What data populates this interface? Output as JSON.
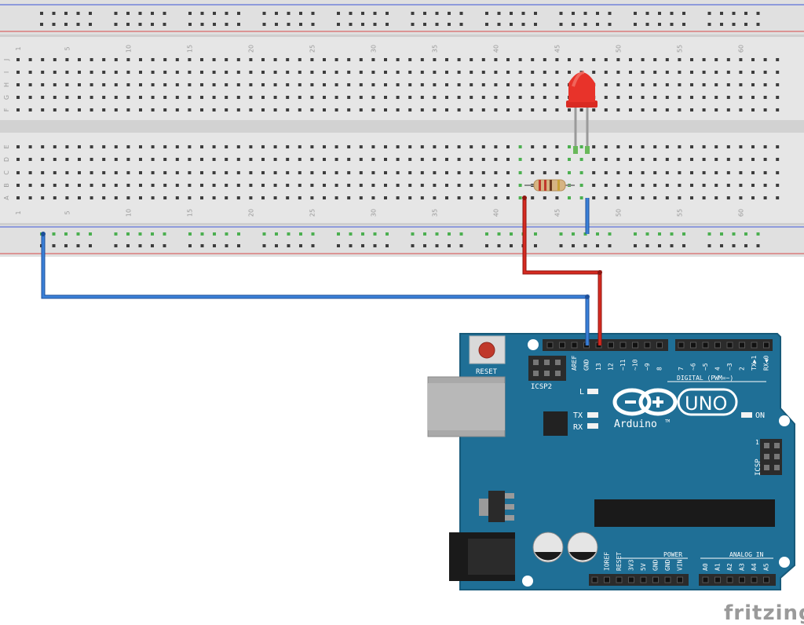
{
  "breadboard": {
    "column_numbers": [
      "1",
      "5",
      "10",
      "15",
      "20",
      "25",
      "30",
      "35",
      "40",
      "45",
      "50",
      "55",
      "60"
    ],
    "row_letters_top": [
      "J",
      "I",
      "H",
      "G",
      "F"
    ],
    "row_letters_bottom": [
      "E",
      "D",
      "C",
      "B",
      "A"
    ]
  },
  "arduino": {
    "reset_label": "RESET",
    "icsp2_label": "ICSP2",
    "icsp_label": "ICSP",
    "digital_label": "DIGITAL (PWM=~)",
    "logo_text": "Arduino",
    "tm": "TM",
    "uno_text": "UNO",
    "on_label": "ON",
    "l_label": "L",
    "tx_label": "TX",
    "rx_label": "RX",
    "power_label": "POWER",
    "analog_label": "ANALOG IN",
    "one_label": "1",
    "top_pins": [
      "AREF",
      "GND",
      "13",
      "12",
      "~11",
      "~10",
      "~9",
      "8",
      "7",
      "~6",
      "~5",
      "4",
      "~3",
      "2",
      "TX▶1",
      "RX◀0"
    ],
    "power_pins": [
      "IOREF",
      "RESET",
      "3V3",
      "5V",
      "GND",
      "GND",
      "VIN"
    ],
    "analog_pins": [
      "A0",
      "A1",
      "A2",
      "A3",
      "A4",
      "A5"
    ]
  },
  "colors": {
    "board": "#1f6f96",
    "wire_blue": "#2c6fc7",
    "wire_red": "#c8231b",
    "led_red": "#e8332a",
    "breadboard": "#e8e8e8"
  },
  "watermark": "fritzing"
}
